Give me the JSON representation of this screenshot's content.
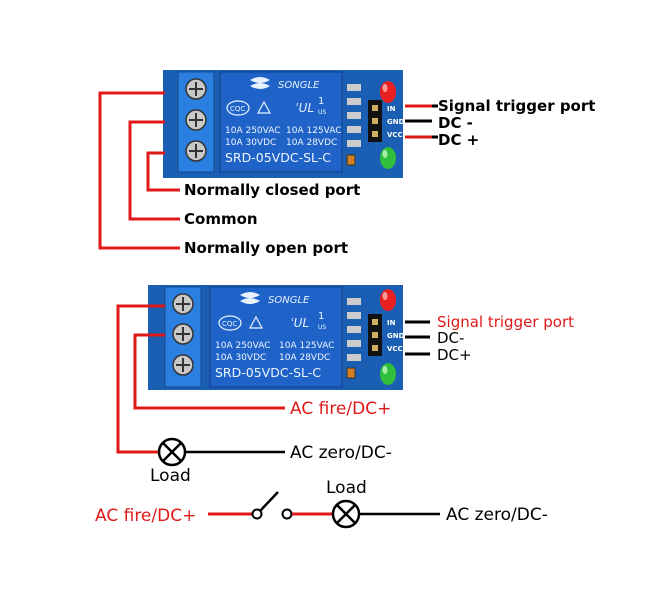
{
  "relay": {
    "brand": "SONGLE",
    "cert_left": "CQC",
    "cert_right": "US",
    "cert_num": "1",
    "spec_row1_left": "10A 250VAC",
    "spec_row1_right": "10A 125VAC",
    "spec_row2_left": "10A 30VDC",
    "spec_row2_right": "10A 28VDC",
    "model": "SRD-05VDC-SL-C",
    "pin_in": "IN",
    "pin_gnd": "GND",
    "pin_vcc": "VCC"
  },
  "top_module": {
    "signal_label": "Signal trigger port",
    "dc_minus_label": "DC -",
    "dc_plus_label": "DC +",
    "nc_label": "Normally closed  port",
    "com_label": "Common",
    "no_label": "Normally open port"
  },
  "bottom_module": {
    "signal_label": "Signal trigger port",
    "dc_minus_label": "DC-",
    "dc_plus_label": "DC+",
    "ac_fire_label": "AC fire/DC+",
    "ac_zero_label": "AC zero/DC-",
    "load_label": "Load"
  },
  "switch_circuit": {
    "ac_fire_label": "AC fire/DC+",
    "load_label": "Load",
    "ac_zero_label": "AC zero/DC-"
  },
  "colors": {
    "board_blue": "#1a5fb4",
    "relay_blue": "#1f63c8",
    "terminal_blue": "#1d6fd6",
    "wire_red": "#e01818",
    "led_red": "#e82020",
    "led_green": "#2fbf3a"
  }
}
